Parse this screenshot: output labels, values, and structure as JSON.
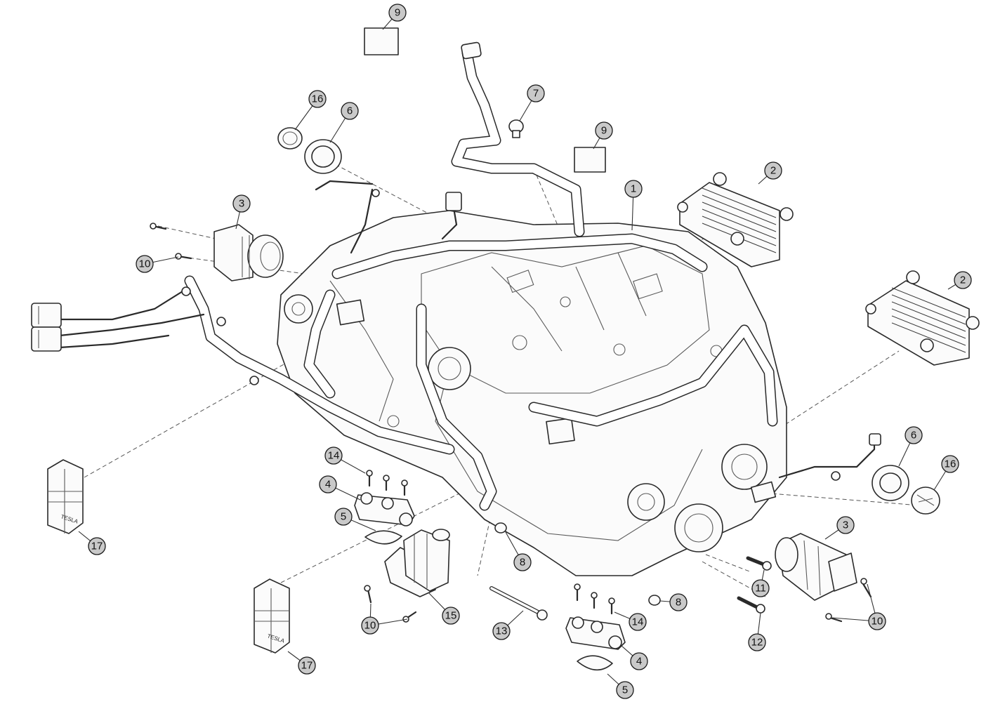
{
  "callouts": [
    {
      "id": "c9a",
      "label": "9"
    },
    {
      "id": "c16a",
      "label": "16"
    },
    {
      "id": "c6a",
      "label": "6"
    },
    {
      "id": "c7",
      "label": "7"
    },
    {
      "id": "c9b",
      "label": "9"
    },
    {
      "id": "c1",
      "label": "1"
    },
    {
      "id": "c2a",
      "label": "2"
    },
    {
      "id": "c2b",
      "label": "2"
    },
    {
      "id": "c3a",
      "label": "3"
    },
    {
      "id": "c10a",
      "label": "10"
    },
    {
      "id": "c6b",
      "label": "6"
    },
    {
      "id": "c16b",
      "label": "16"
    },
    {
      "id": "c14a",
      "label": "14"
    },
    {
      "id": "c4a",
      "label": "4"
    },
    {
      "id": "c5a",
      "label": "5"
    },
    {
      "id": "c17a",
      "label": "17"
    },
    {
      "id": "c3b",
      "label": "3"
    },
    {
      "id": "c8a",
      "label": "8"
    },
    {
      "id": "c11",
      "label": "11"
    },
    {
      "id": "c8b",
      "label": "8"
    },
    {
      "id": "c14b",
      "label": "14"
    },
    {
      "id": "c15",
      "label": "15"
    },
    {
      "id": "c10b",
      "label": "10"
    },
    {
      "id": "c13",
      "label": "13"
    },
    {
      "id": "c12",
      "label": "12"
    },
    {
      "id": "c10c",
      "label": "10"
    },
    {
      "id": "c4b",
      "label": "4"
    },
    {
      "id": "c17b",
      "label": "17"
    },
    {
      "id": "c5b",
      "label": "5"
    }
  ],
  "decal": {
    "brand_left": "TESLA",
    "brand_right": "TESLA"
  }
}
